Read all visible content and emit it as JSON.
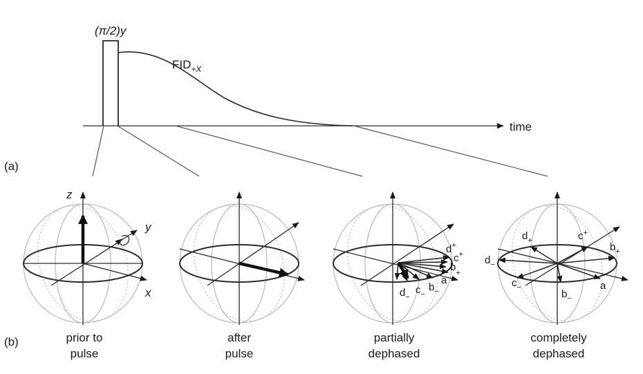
{
  "pulse_label": "(π/2)y",
  "fid_label": {
    "main": "FID",
    "sub": "+X"
  },
  "time_label": "time",
  "panel_a_label": "(a)",
  "panel_b_label": "(b)",
  "axis_labels": {
    "z": "z",
    "y": "y",
    "x": "x"
  },
  "captions": [
    {
      "line1": "prior to",
      "line2": "pulse"
    },
    {
      "line1": "after",
      "line2": "pulse"
    },
    {
      "line1": "partially",
      "line2": "dephased"
    },
    {
      "line1": "completely",
      "line2": "dephased"
    }
  ],
  "partial_vector_labels": {
    "d_plus": "d",
    "c_plus": "c",
    "b_plus": "b",
    "a": "a",
    "b_minus": "b",
    "c_minus": "c",
    "d_minus": "d"
  },
  "complete_vector_labels": {
    "d_plus": "d",
    "c_plus": "c",
    "b_plus": "b",
    "d_minus": "d",
    "c_minus": "c",
    "b_minus": "b",
    "a": "a"
  },
  "subscripts": {
    "plus": "+",
    "minus": "−"
  }
}
